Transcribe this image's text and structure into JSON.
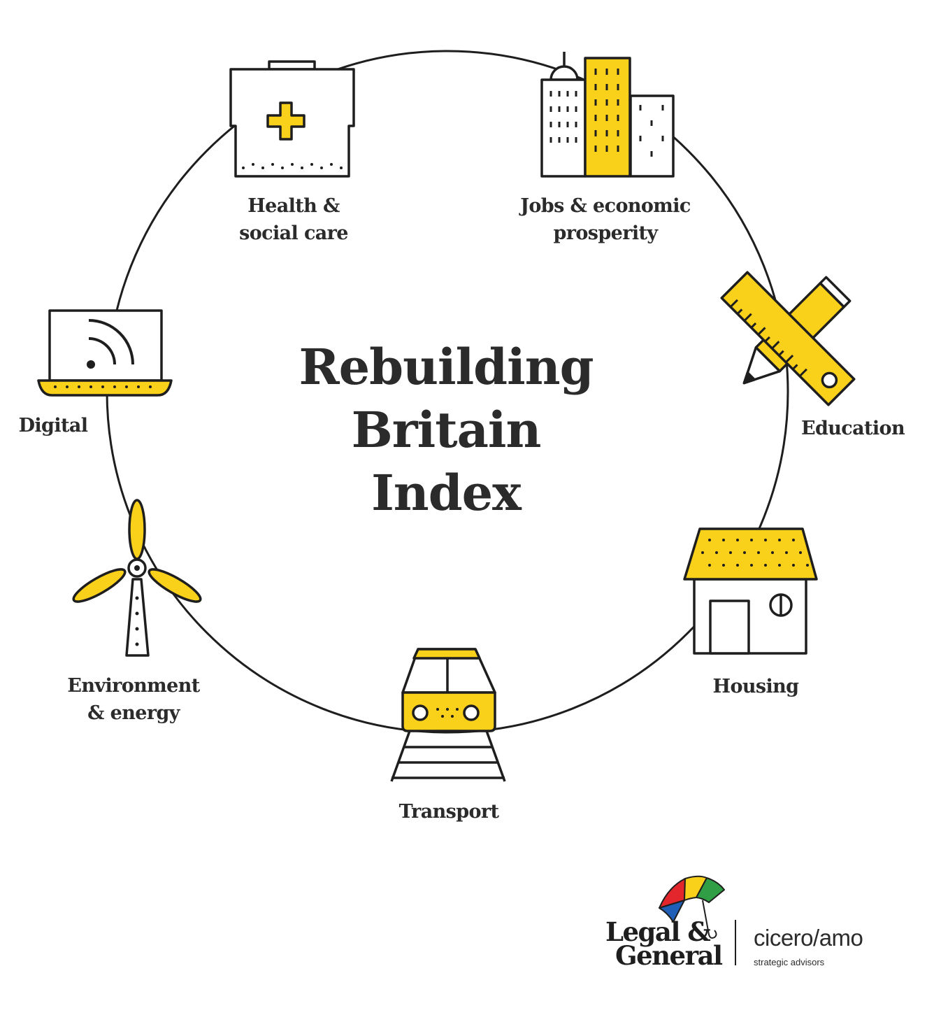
{
  "title": {
    "line1": "Rebuilding",
    "line2": "Britain",
    "line3": "Index"
  },
  "categories": {
    "health": {
      "line1": "Health &",
      "line2": "social care",
      "icon": "medical-kit-icon"
    },
    "jobs": {
      "line1": "Jobs & economic",
      "line2": "prosperity",
      "icon": "city-buildings-icon"
    },
    "education": {
      "line1": "Education",
      "icon": "ruler-pencil-icon"
    },
    "housing": {
      "line1": "Housing",
      "icon": "house-icon"
    },
    "transport": {
      "line1": "Transport",
      "icon": "train-icon"
    },
    "environment": {
      "line1": "Environment",
      "line2": "& energy",
      "icon": "wind-turbine-icon"
    },
    "digital": {
      "line1": "Digital",
      "icon": "laptop-wifi-icon"
    }
  },
  "logos": {
    "lg_line1": "Legal &",
    "lg_line2": "General",
    "cicero_name": "cicero/amo",
    "cicero_tagline": "strategic advisors"
  },
  "colors": {
    "accent": "#f9d01a",
    "ink": "#1e1e1e",
    "text": "#2b2b2b",
    "background": "#ffffff"
  }
}
